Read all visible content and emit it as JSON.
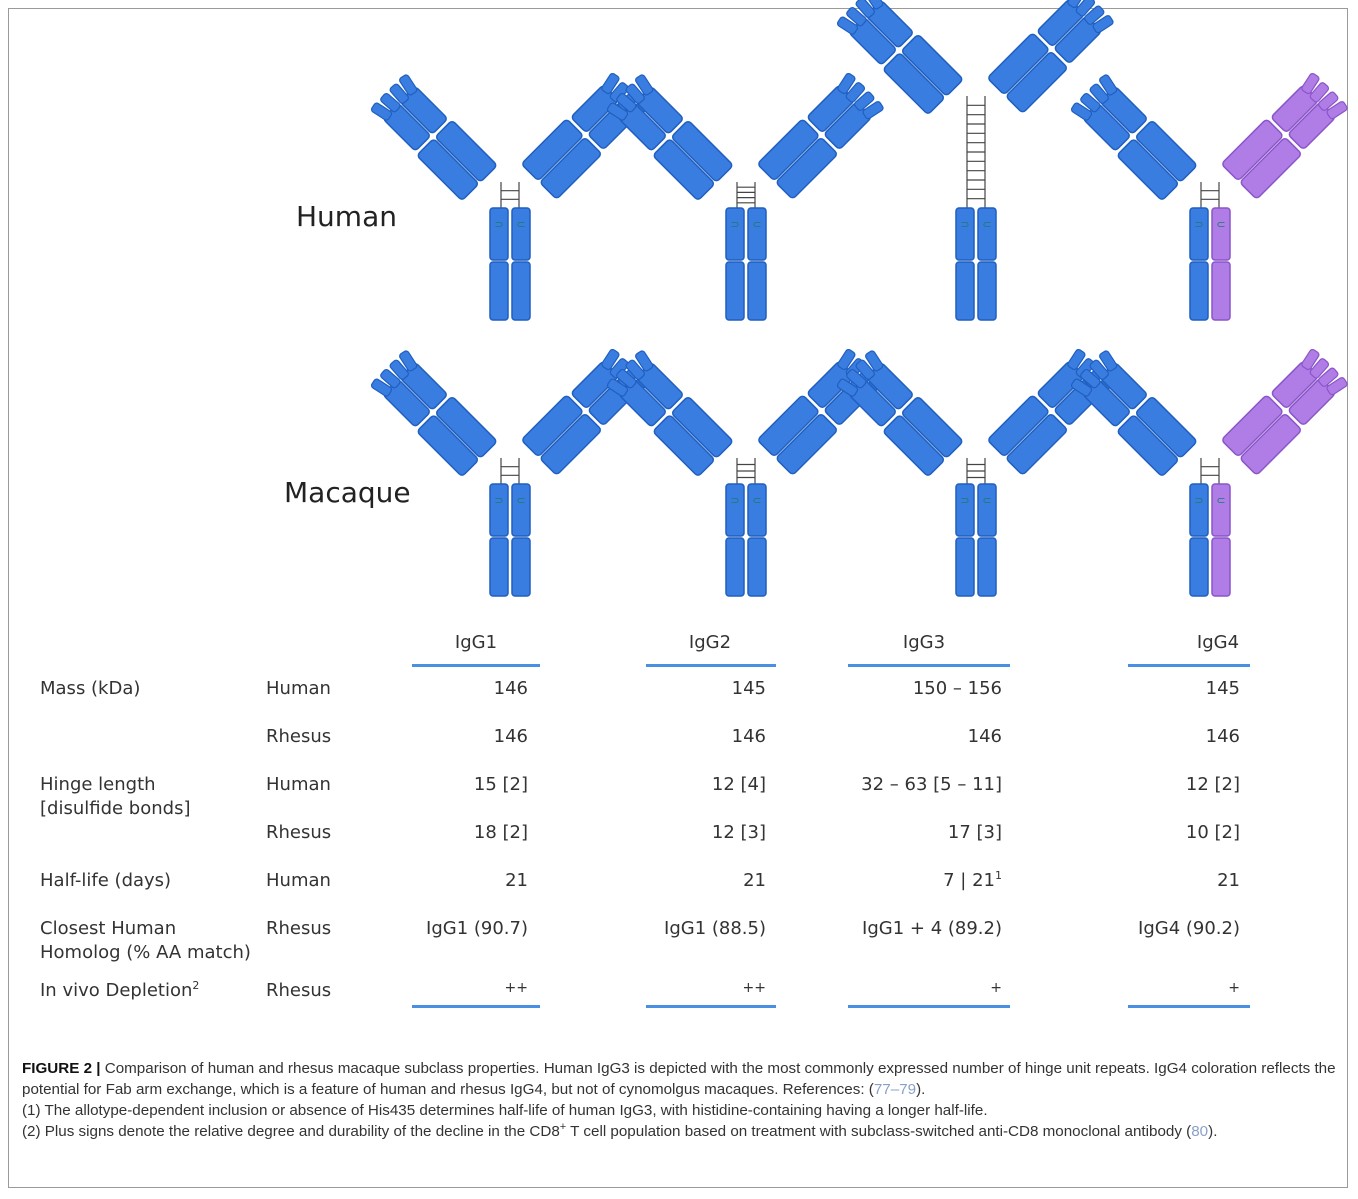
{
  "diagram": {
    "row_labels": {
      "human": "Human",
      "macaque": "Macaque"
    },
    "colors": {
      "blue": "#3a7de0",
      "blue_edge": "#1f5fbf",
      "purple": "#b07ce6",
      "purple_edge": "#8a55c8",
      "linker": "#1a7a6e"
    }
  },
  "table": {
    "columns": [
      "IgG1",
      "IgG2",
      "IgG3",
      "IgG4"
    ],
    "rows": [
      {
        "property": "Mass (kDa)",
        "species": "Human",
        "values": [
          "146",
          "145",
          "150 – 156",
          "145"
        ]
      },
      {
        "property": "",
        "species": "Rhesus",
        "values": [
          "146",
          "146",
          "146",
          "146"
        ]
      },
      {
        "property": "Hinge length",
        "property2": "[disulfide bonds]",
        "species": "Human",
        "values": [
          "15 [2]",
          "12 [4]",
          "32 – 63 [5 – 11]",
          "12 [2]"
        ]
      },
      {
        "property": "",
        "species": "Rhesus",
        "values": [
          "18 [2]",
          "12 [3]",
          "17 [3]",
          "10 [2]"
        ]
      },
      {
        "property": "Half-life (days)",
        "species": "Human",
        "values": [
          "21",
          "21",
          "7 | 21",
          "21"
        ],
        "sup3": "1"
      },
      {
        "property": "Closest Human",
        "property2": "Homolog (% AA match)",
        "species": "Rhesus",
        "values": [
          "IgG1 (90.7)",
          "IgG1 (88.5)",
          "IgG1 + 4 (89.2)",
          "IgG4 (90.2)"
        ]
      },
      {
        "property": "In vivo Depletion",
        "property_sup": "2",
        "species": "Rhesus",
        "values": [
          "++",
          "++",
          "+",
          "+"
        ]
      }
    ]
  },
  "caption": {
    "figure_label": "FIGURE 2 |",
    "main": " Comparison of human and rhesus macaque subclass properties. Human IgG3 is depicted with the most commonly expressed number of hinge unit repeats. IgG4 coloration reflects the potential for Fab arm exchange, which is a feature of human and rhesus IgG4, but not of cynomolgus macaques. References: (",
    "refs_main": "77–79",
    "main_end": ").",
    "note1": "(1) The allotype-dependent inclusion or absence of His435 determines half-life of human IgG3, with histidine-containing having a longer half-life.",
    "note2_a": "(2) Plus signs denote the relative degree and durability of the decline in the CD8",
    "note2_sup": "+",
    "note2_b": " T cell population based on treatment with subclass-switched anti-CD8 monoclonal antibody (",
    "note2_ref": "80",
    "note2_end": ")."
  }
}
